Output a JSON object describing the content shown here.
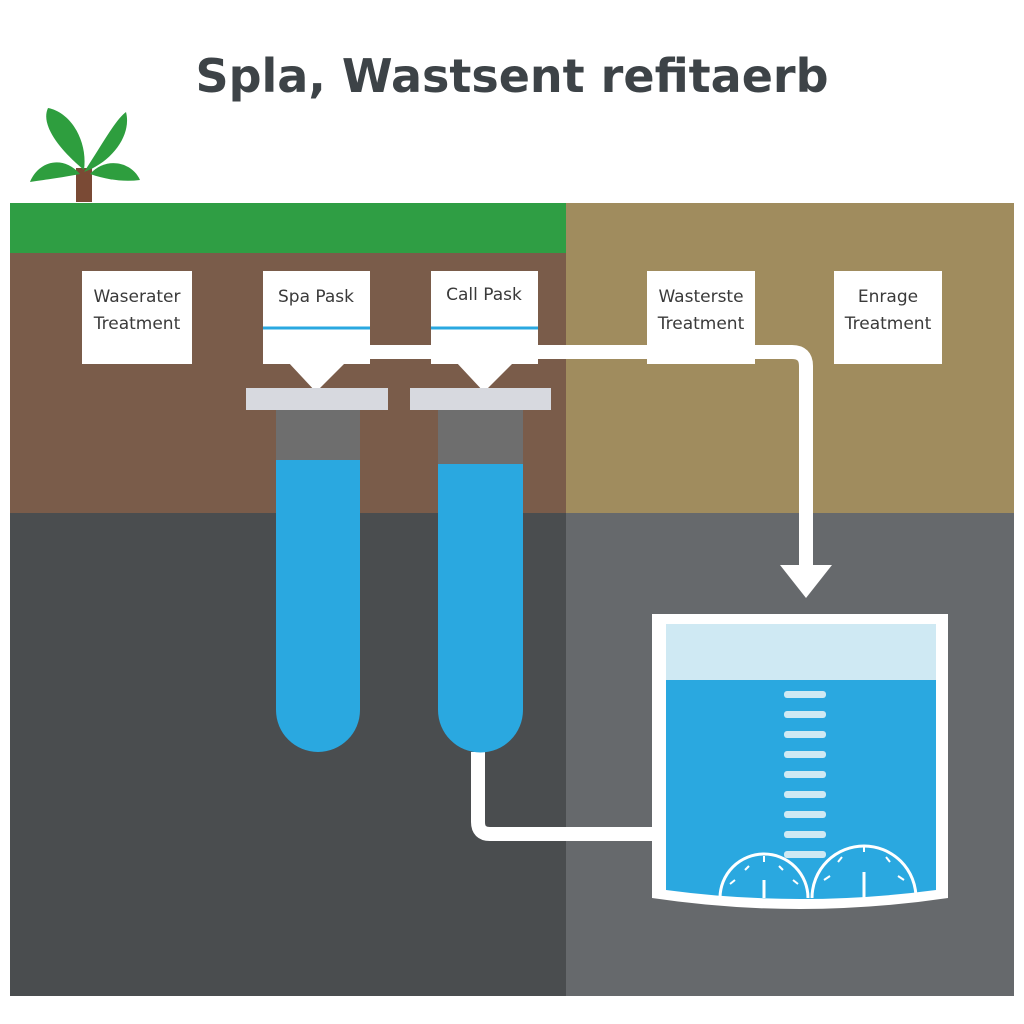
{
  "title": "Spla, Wastsent refitaerb",
  "colors": {
    "grass": "#2f9e44",
    "soil_left": "#7a5c4a",
    "soil_right": "#a08c5e",
    "ground_left": "#4a4d4f",
    "ground_right": "#66696c",
    "water": "#2aa8e0",
    "water_light": "#cfe9f3",
    "pipe": "#ffffff",
    "label_bg": "#ffffff",
    "cap": "#d7d9df",
    "tube_top": "#6e6e6e",
    "leaf": "#2e9e3e",
    "trunk": "#7a4a35"
  },
  "labels": [
    {
      "lines": [
        "Waserater",
        "Treatment"
      ]
    },
    {
      "lines": [
        "Spa Pask"
      ]
    },
    {
      "lines": [
        "Call Pask"
      ]
    },
    {
      "lines": [
        "Wasterste",
        "Treatment"
      ]
    },
    {
      "lines": [
        "Enrage",
        "Treatment"
      ]
    }
  ],
  "icons": [
    "plant-icon",
    "down-arrow-icon",
    "gauge-icon"
  ]
}
